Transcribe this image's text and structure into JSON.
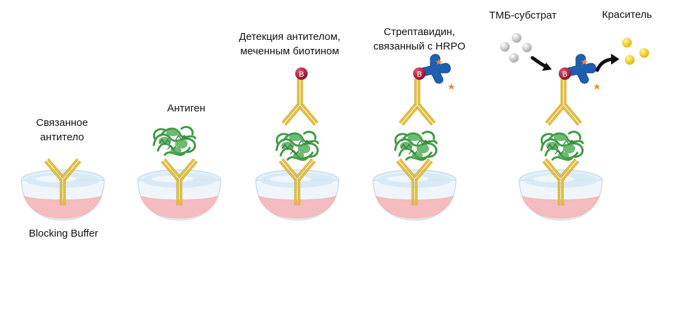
{
  "labels": {
    "step1": {
      "line1": "Связанное",
      "line2": "антитело"
    },
    "blocking": "Blocking Buffer",
    "step2": "Антиген",
    "step3": {
      "line1": "Детекция антителом,",
      "line2": "меченным биотином"
    },
    "step4": {
      "line1": "Стрептавидин,",
      "line2": "связанный с HRPO"
    },
    "substrate": "ТМБ-субстрат",
    "dye": "Краситель",
    "biotin_letter": "B"
  },
  "colors": {
    "antibody": "#e8c23a",
    "antigen": "#3f9a45",
    "biotin": "#a21133",
    "streptavidin": "#1f5fb2",
    "hrp_star": "#f08a1c",
    "substrate_ball": "#c8c8c8",
    "dye_ball": "#f2d21a",
    "dish_liquid": "#f2b8be",
    "dish_glass": "#d9ecf7"
  }
}
